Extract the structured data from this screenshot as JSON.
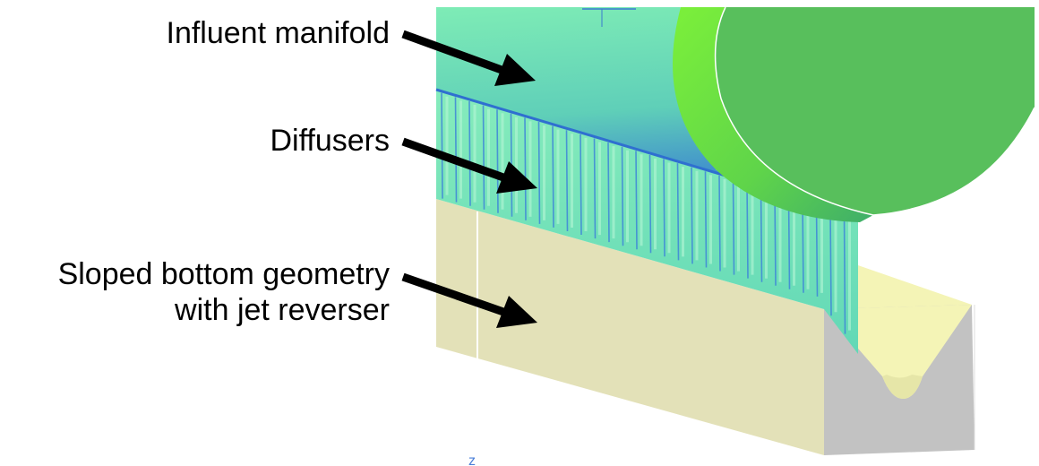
{
  "labels": {
    "manifold": "Influent manifold",
    "diffusers": "Diffusers",
    "sloped_line1": "Sloped bottom geometry",
    "sloped_line2": "with jet reverser"
  },
  "axis_mark": "z",
  "colors": {
    "manifold_top": "#79e8b4",
    "manifold_bottom": "#3d7fd6",
    "diffuser_fill": "#7fe8b8",
    "diffuser_stripe": "#3f86d8",
    "end_cap": "#58bf5c",
    "end_cap_rim": "#6fe43c",
    "base_front": "#e3e1b8",
    "base_top": "#f6f6b8",
    "base_end": "#c2c2c2",
    "arrow": "#000000"
  }
}
